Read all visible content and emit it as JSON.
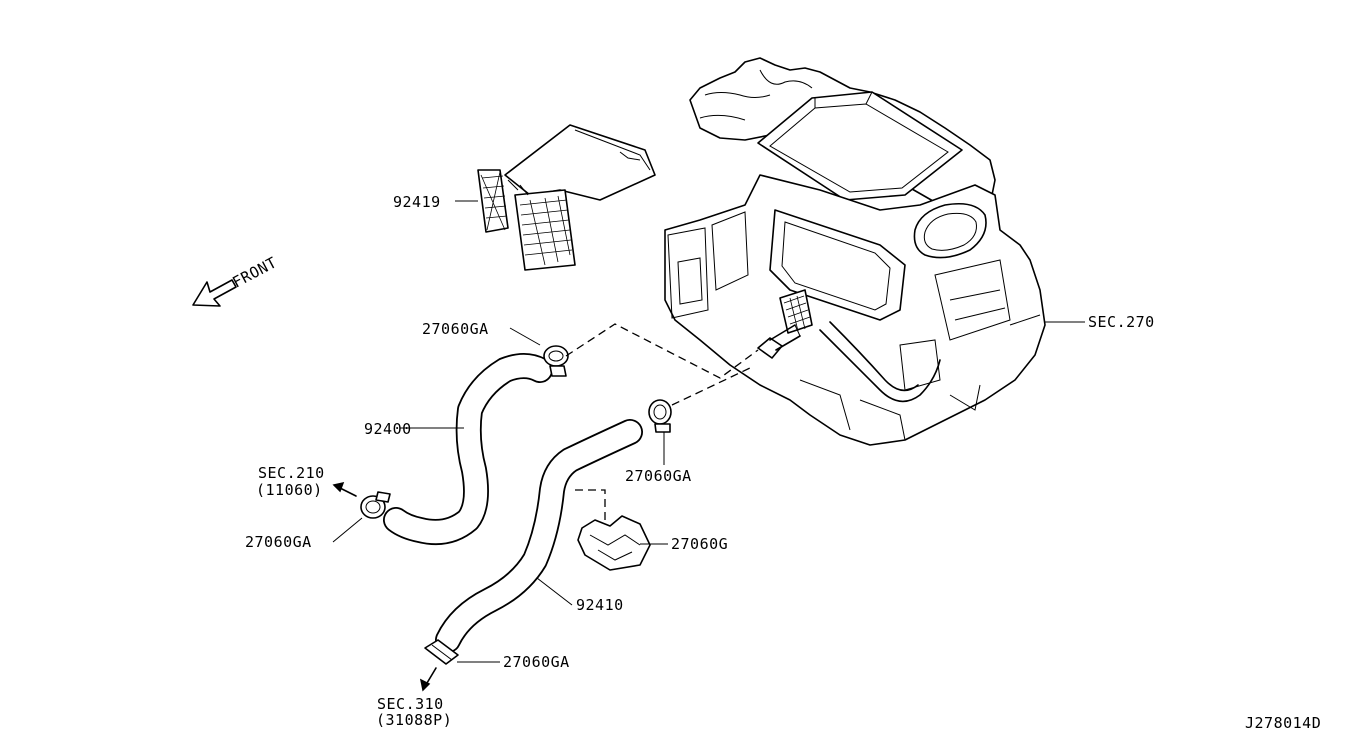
{
  "diagram": {
    "drawing_id": "J278014D",
    "front_label": "FRONT",
    "callouts": {
      "p92419": "92419",
      "p27060ga_top": "27060GA",
      "p92400": "92400",
      "p27060ga_mid": "27060GA",
      "p27060g": "27060G",
      "p92410": "92410",
      "p27060ga_left": "27060GA",
      "p27060ga_bottom": "27060GA",
      "sec270": "SEC.270"
    },
    "section_refs": {
      "sec210_line1": "SEC.210",
      "sec210_line2": "(11060)",
      "sec310_line1": "SEC.310",
      "sec310_line2": "(31088P)"
    }
  }
}
